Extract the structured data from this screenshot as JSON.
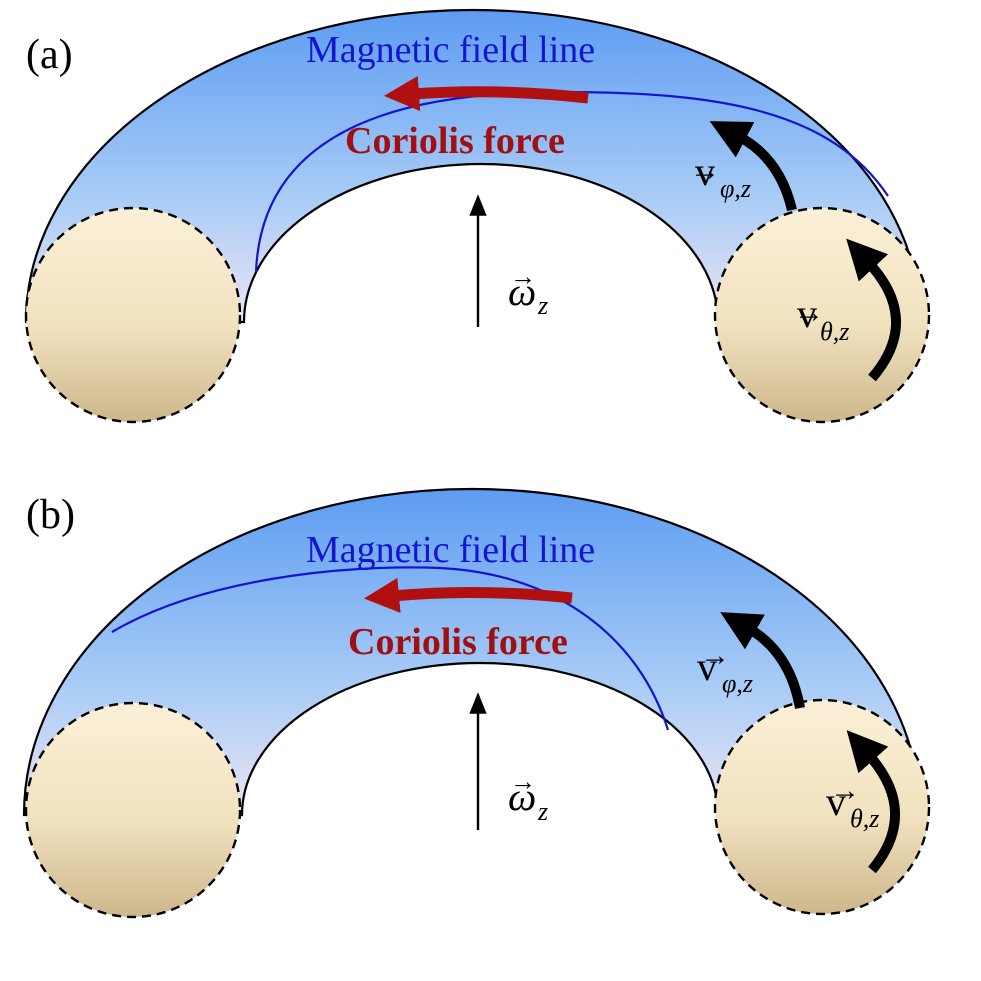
{
  "panels": [
    {
      "label": "(a)",
      "field_label": "Magnetic field line",
      "force_label": "Coriolis force",
      "v_phi": {
        "symbol": "v",
        "subscript": "φ,z"
      },
      "v_theta": {
        "symbol": "v",
        "subscript": "θ,z"
      },
      "omega": {
        "symbol": "ω",
        "subscript": "z"
      }
    },
    {
      "label": "(b)",
      "field_label": "Magnetic field line",
      "force_label": "Coriolis force",
      "v_phi": {
        "symbol": "v",
        "subscript": "φ,z"
      },
      "v_theta": {
        "symbol": "v",
        "subscript": "θ,z"
      },
      "omega": {
        "symbol": "ω",
        "subscript": "z"
      }
    }
  ],
  "colors": {
    "torus_top": "#5d9cf2",
    "torus_bottom": "#eae4f5",
    "section_light": "#faefd6",
    "section_dark": "#d2bd92",
    "field_line": "#1515d0",
    "coriolis": "#b01010"
  }
}
